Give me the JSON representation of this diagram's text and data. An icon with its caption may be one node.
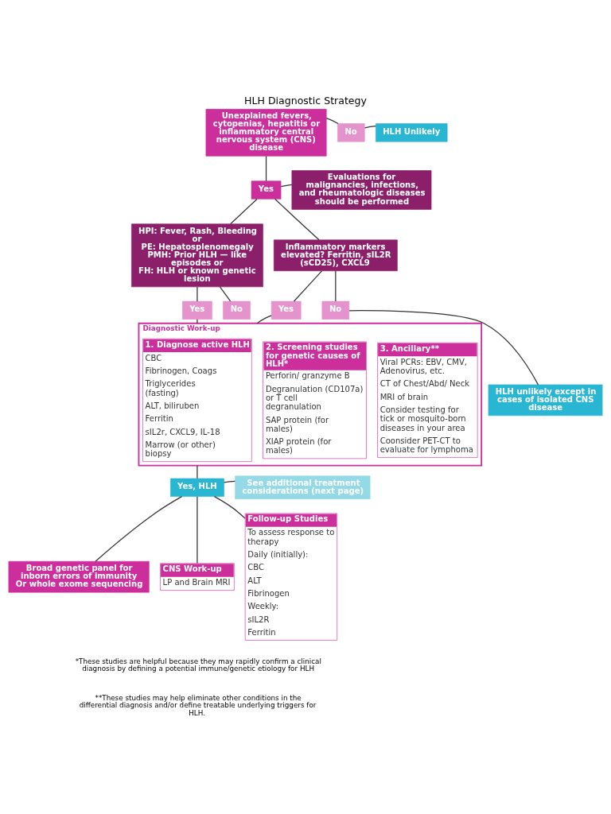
{
  "diagram": {
    "title": "HLH Diagnostic Strategy",
    "nodes": [
      {
        "text": [
          "Unexplained fevers, cytopenias, hepatitis or inflammatory central nervous system (CNS) disease"
        ]
      },
      {
        "text": [
          "No"
        ]
      },
      {
        "text": [
          "HLH Unlikely"
        ]
      },
      {
        "text": [
          "Yes"
        ]
      },
      {
        "text": [
          "Evaluations for malignancies, infections, and rheumatologic diseases should be performed"
        ]
      },
      {
        "text": [
          "HPI: Fever, Rash, Bleeding or",
          "PE: Hepatosplenomegaly",
          "PMH: Prior HLH — like episodes or",
          "FH: HLH or known genetic lesion"
        ]
      },
      {
        "text": [
          "Inflammatory markers elevated? Ferritin, sIL2R (sCD25), CXCL9"
        ]
      },
      {
        "text": [
          "Yes"
        ]
      },
      {
        "text": [
          "No"
        ]
      },
      {
        "text": [
          "Yes"
        ]
      },
      {
        "text": [
          "No"
        ]
      },
      {
        "text": [
          "HLH unlikely except in cases of isolated CNS disease"
        ]
      },
      {
        "text": [
          "Diagnostic Work-up"
        ]
      },
      {
        "text": [
          "1. Diagnose active HLH",
          "CBC",
          "Fibrinogen, Coags",
          "Triglycerides (fasting)",
          "ALT, biliruben",
          "Ferritin",
          "sIL2r, CXCL9, IL-18",
          "Marrow (or other) biopsy"
        ],
        "in": 12
      },
      {
        "text": [
          "2. Screening studies for genetic causes of HLH*",
          "Perforin/ granzyme B",
          "Degranulation (CD107a) or T cell degranulation",
          "SAP protein (for males)",
          "XIAP protein (for males)"
        ],
        "in": 12
      },
      {
        "text": [
          "3. Ancillary**",
          "Viral PCRs: EBV, CMV, Adenovirus, etc.",
          "CT of Chest/Abd/ Neck",
          "MRI of brain",
          "Consider testing for tick or mosquito-born diseases in your area",
          "Coonsider PET-CT to evaluate for lymphoma"
        ],
        "in": 12
      },
      {
        "text": [
          "Yes, HLH"
        ]
      },
      {
        "text": [
          "See additional treatment considerations (next page)"
        ]
      },
      {
        "text": [
          "Broad genetic panel for inborn errors of immunity",
          "Or whole exome sequencing"
        ]
      },
      {
        "text": [
          "CNS Work-up",
          "LP and Brain MRI"
        ]
      },
      {
        "text": [
          "Follow-up Studies",
          "To assess response to therapy",
          "Daily (initially):",
          "CBC",
          "ALT",
          "Fibrinogen",
          "Weekly:",
          "sIL2R",
          "Ferritin"
        ]
      }
    ],
    "edges": [
      {
        "from": 0,
        "to": 1,
        "arrow": "none"
      },
      {
        "from": 1,
        "to": 2,
        "arrow": "none"
      },
      {
        "from": 0,
        "to": 3,
        "arrow": "none"
      },
      {
        "from": 3,
        "to": 4,
        "arrow": "none"
      },
      {
        "from": 3,
        "to": 5,
        "arrow": "none"
      },
      {
        "from": 3,
        "to": 6,
        "arrow": "none"
      },
      {
        "from": 5,
        "to": 7,
        "arrow": "none"
      },
      {
        "from": 5,
        "to": 8,
        "arrow": "none"
      },
      {
        "from": 6,
        "to": 9,
        "arrow": "none"
      },
      {
        "from": 6,
        "to": 10,
        "arrow": "none"
      },
      {
        "from": 10,
        "to": 11,
        "arrow": "none"
      },
      {
        "from": 7,
        "to": 12,
        "arrow": "none"
      },
      {
        "from": 9,
        "to": 12,
        "arrow": "none"
      },
      {
        "from": 12,
        "to": 16,
        "arrow": "none"
      },
      {
        "from": 16,
        "to": 17,
        "arrow": "none"
      },
      {
        "from": 16,
        "to": 18,
        "arrow": "none"
      },
      {
        "from": 16,
        "to": 19,
        "arrow": "none"
      },
      {
        "from": 16,
        "to": 20,
        "arrow": "none"
      }
    ],
    "labels": [
      "*These studies are helpful because they may rapidly confirm a clinical diagnosis by defining a potential immune/genetic etiology for HLH",
      "**These studies may help eliminate other conditions in the differential diagnosis and/or define treatable underlying triggers for HLH."
    ]
  }
}
